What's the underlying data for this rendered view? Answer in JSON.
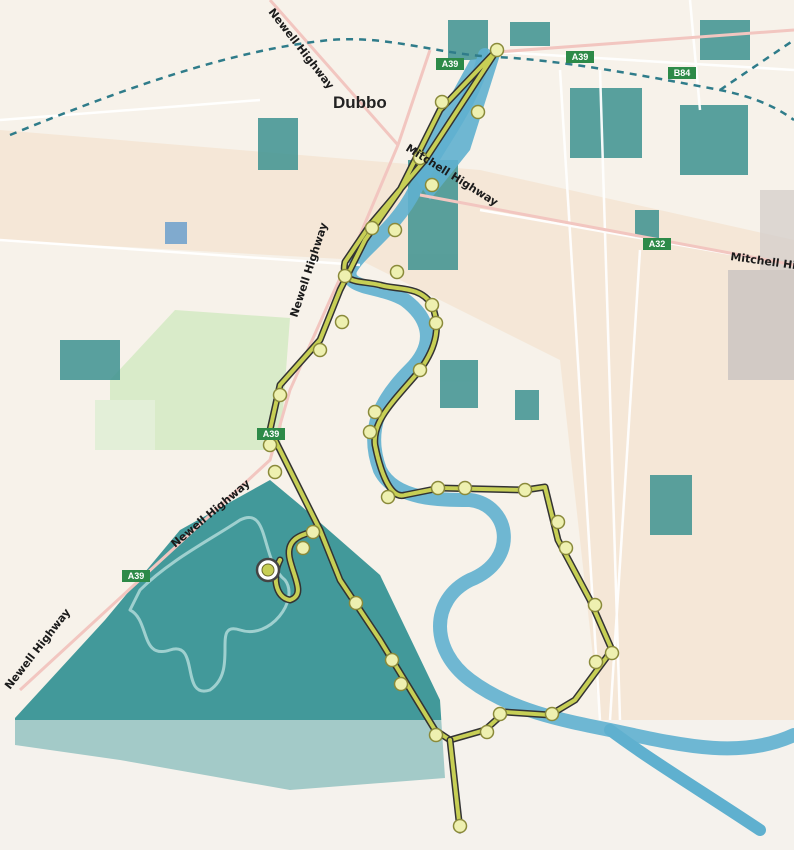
{
  "map": {
    "town": "Dubbo",
    "roads": [
      {
        "id": "newell-north",
        "label": "Newell Highway"
      },
      {
        "id": "newell-mid",
        "label": "Newell Highway"
      },
      {
        "id": "newell-southwest",
        "label": "Newell Highway"
      },
      {
        "id": "newell-far",
        "label": "Newell Highway"
      },
      {
        "id": "mitchell-west",
        "label": "Mitchell Highway"
      },
      {
        "id": "mitchell-east",
        "label": "Mitchell High"
      }
    ],
    "shields": [
      {
        "id": "a39-top",
        "label": "A39"
      },
      {
        "id": "a39-east",
        "label": "A39"
      },
      {
        "id": "b84",
        "label": "B84"
      },
      {
        "id": "a32",
        "label": "A32"
      },
      {
        "id": "a39-mid",
        "label": "A39"
      },
      {
        "id": "a39-sw",
        "label": "A39"
      }
    ],
    "colors": {
      "land": "#f7f2ea",
      "warm_land": "#f4e3cf",
      "park": "#d9ebc9",
      "urban": "#3d9290",
      "river": "#5fb0cf",
      "forest": "#42999a",
      "track": "#c7cf55",
      "shield": "#2d8a48",
      "rail": "#2f7c8a"
    }
  }
}
